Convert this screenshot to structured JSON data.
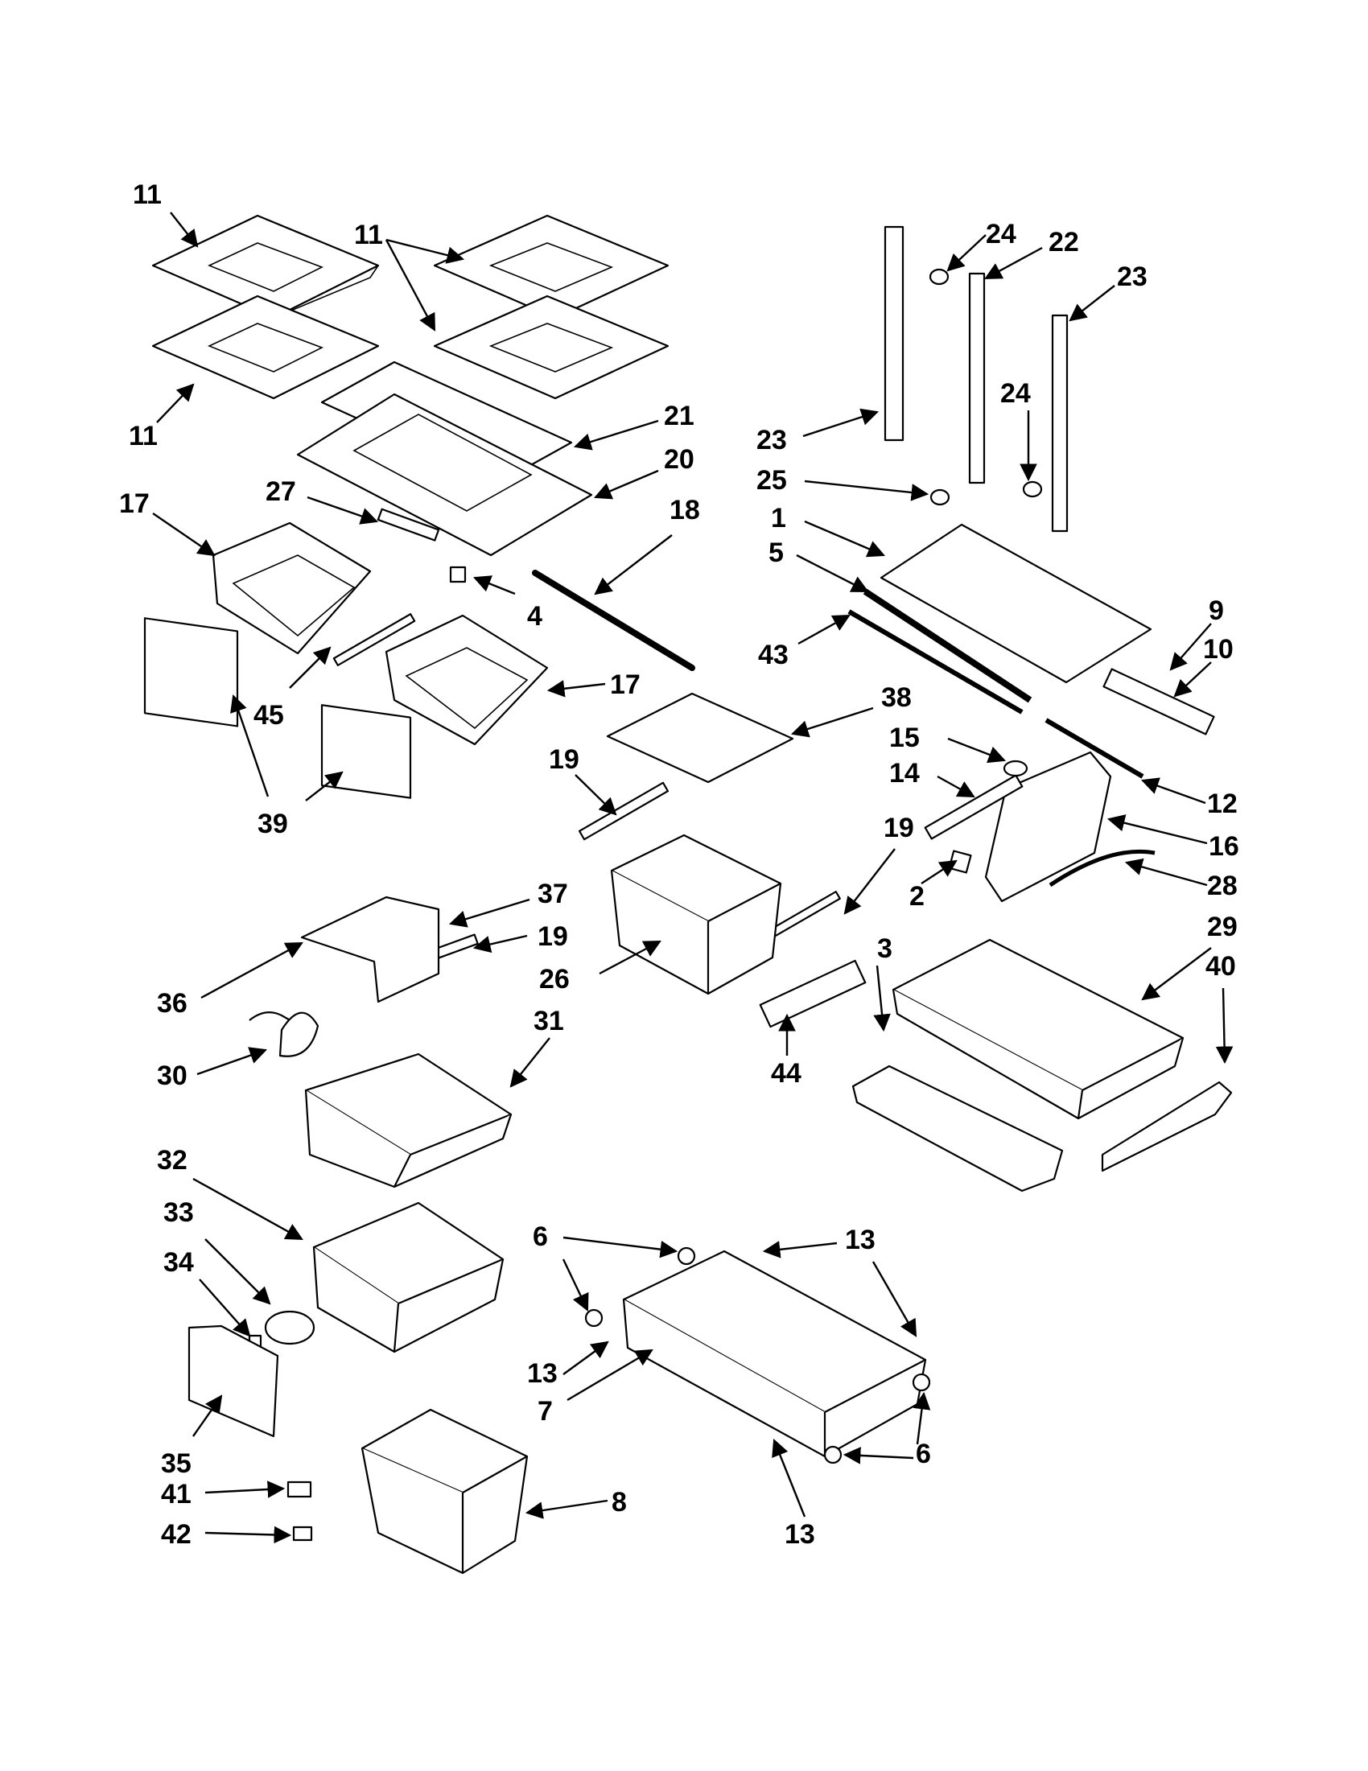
{
  "diagram": {
    "type": "exploded-parts-view",
    "callouts": [
      "1",
      "2",
      "3",
      "4",
      "5",
      "6",
      "7",
      "8",
      "9",
      "10",
      "11",
      "12",
      "13",
      "14",
      "15",
      "16",
      "17",
      "18",
      "19",
      "20",
      "21",
      "22",
      "23",
      "24",
      "25",
      "26",
      "27",
      "28",
      "29",
      "30",
      "31",
      "32",
      "33",
      "34",
      "35",
      "36",
      "37",
      "38",
      "39",
      "40",
      "41",
      "42",
      "43",
      "44",
      "45"
    ]
  }
}
